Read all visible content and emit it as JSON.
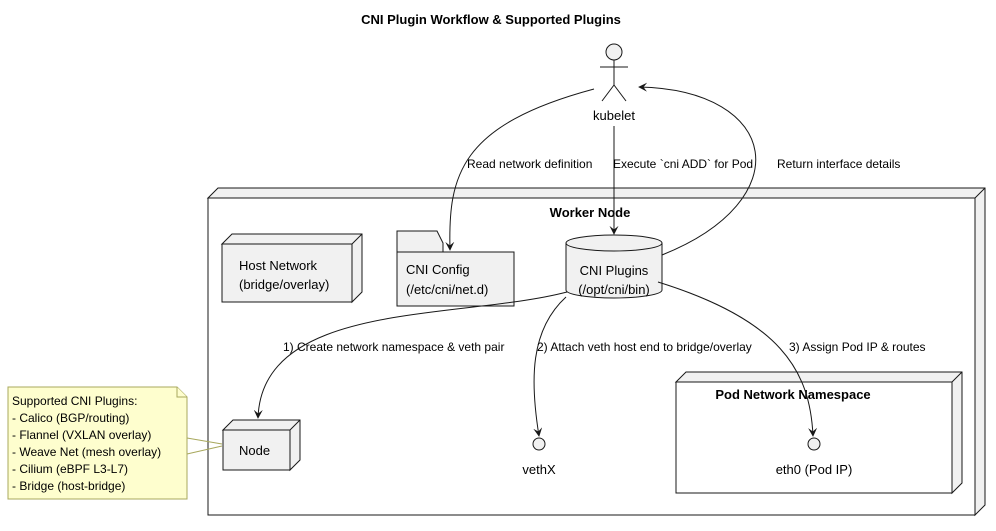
{
  "title": "CNI Plugin Workflow & Supported Plugins",
  "actor": {
    "label": "kubelet"
  },
  "worker_node": {
    "label": "Worker Node"
  },
  "host_network": {
    "line1": "Host Network",
    "line2": "(bridge/overlay)"
  },
  "cni_config": {
    "line1": "CNI Config",
    "line2": "(/etc/cni/net.d)"
  },
  "cni_plugins": {
    "line1": "CNI Plugins",
    "line2": "(/opt/cni/bin)"
  },
  "pod_ns": {
    "label": "Pod Network Namespace"
  },
  "node": {
    "label": "Node"
  },
  "vethx": {
    "label": "vethX"
  },
  "eth0": {
    "label": "eth0 (Pod IP)"
  },
  "edges": {
    "read": "Read network definition",
    "execute": "Execute `cni ADD` for Pod",
    "return": "Return interface details",
    "create": "1) Create network namespace & veth pair",
    "attach": "2) Attach veth host end to bridge/overlay",
    "assign": "3) Assign Pod IP & routes"
  },
  "note": {
    "lines": [
      "Supported CNI Plugins:",
      "- Calico (BGP/routing)",
      "- Flannel (VXLAN overlay)",
      "- Weave Net (mesh overlay)",
      "- Cilium (eBPF L3-L7)",
      "- Bridge (host-bridge)"
    ]
  },
  "colors": {
    "node_fill": "#f1f1f1",
    "stroke": "#181818",
    "note_fill": "#fefece",
    "note_stroke": "#a8a85d"
  }
}
